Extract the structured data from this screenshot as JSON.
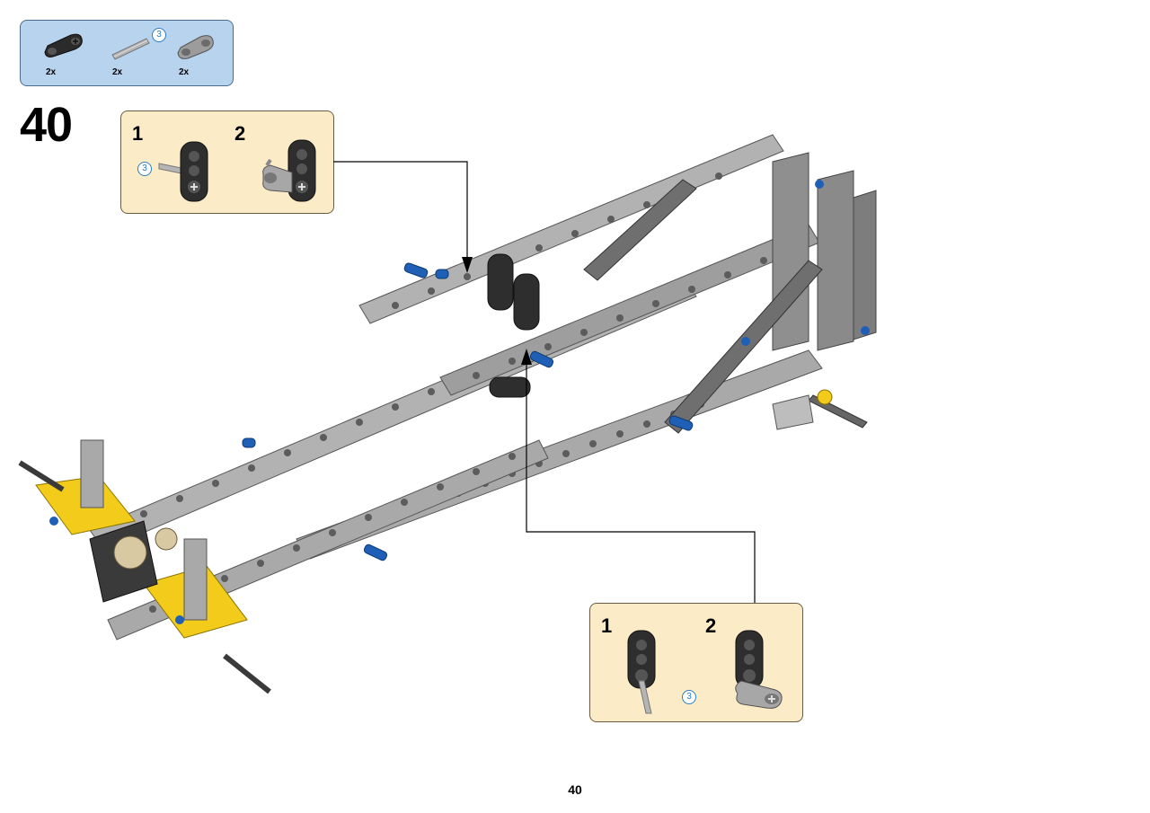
{
  "parts_list": {
    "items": [
      {
        "qty": "2x",
        "icon": "black-axle-pin-connector-icon"
      },
      {
        "qty": "2x",
        "icon": "grey-axle-length-3-icon",
        "length_badge": "3"
      },
      {
        "qty": "2x",
        "icon": "grey-pin-connector-icon"
      }
    ]
  },
  "step": {
    "number": "40"
  },
  "callout_top": {
    "sub1": "1",
    "sub2": "2",
    "axle_badge": "3"
  },
  "callout_bottom": {
    "sub1": "1",
    "sub2": "2",
    "axle_badge": "3"
  },
  "footer": {
    "page_number": "40"
  },
  "colors": {
    "parts_bg": "#b8d3ee",
    "callout_bg": "#fcebc7",
    "beam_grey": "#a9a9a9",
    "dark_grey": "#3a3a3a",
    "pin_blue": "#1f5fb5",
    "yellow": "#f2cb1b"
  }
}
